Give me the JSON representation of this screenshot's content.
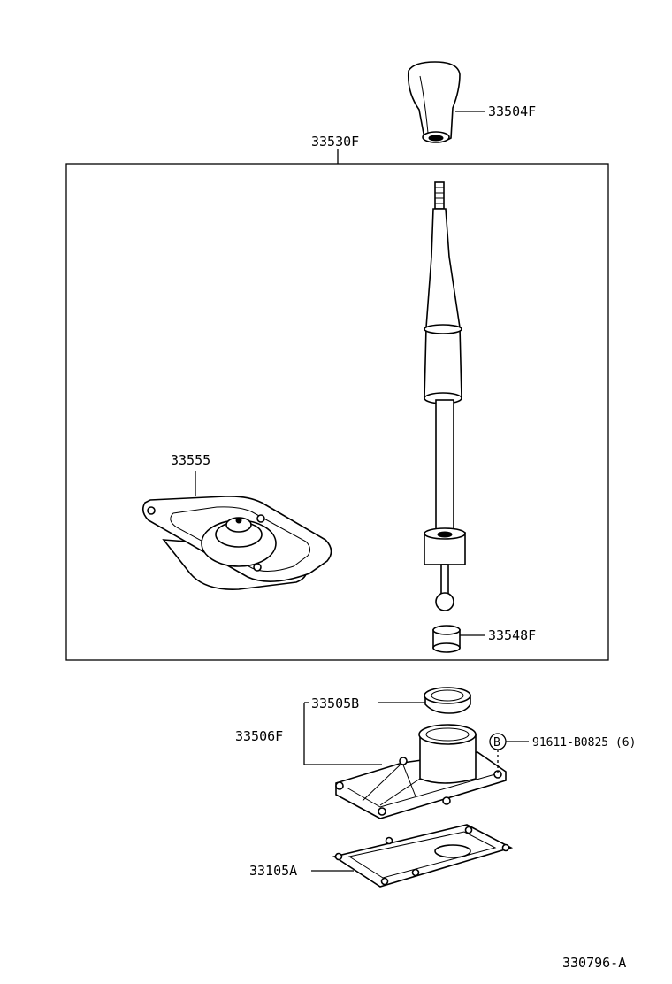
{
  "labels": {
    "shift_knob": "33504F",
    "lever_assembly": "33530F",
    "boot_retainer": "33555",
    "bushing": "33548F",
    "seat": "33505B",
    "housing": "33506F",
    "bolt_mark": "B",
    "bolt": "91611-B0825 (6)",
    "gasket": "33105A",
    "diagram_code": "330796-A"
  },
  "colors": {
    "line": "#000000",
    "background": "#ffffff"
  }
}
